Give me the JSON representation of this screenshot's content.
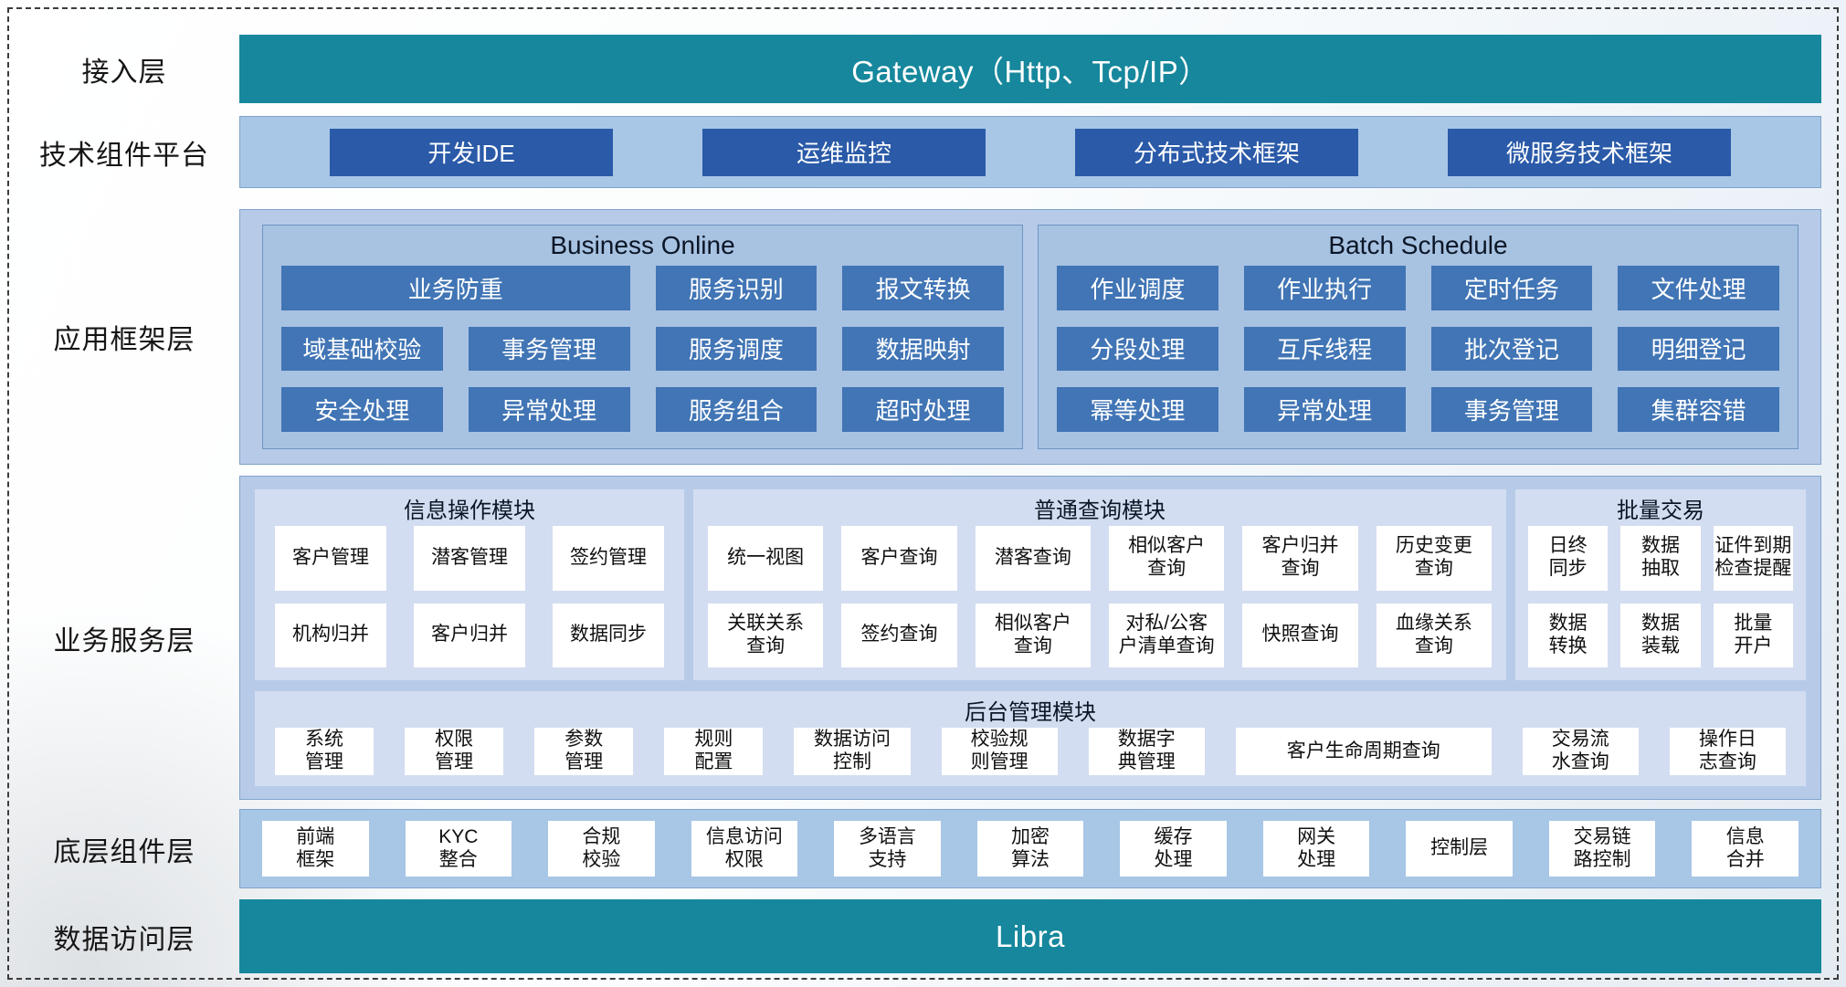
{
  "colors": {
    "teal_banner": "#16879c",
    "dark_blue_button": "#2a5aa8",
    "framework_button": "#4175b5",
    "light_blue_band": "#a8c6e6",
    "panel_blue": "#a8c2e2",
    "module_blue": "#d3ddf1"
  },
  "layers": {
    "access": {
      "label": "接入层",
      "banner": "Gateway（Http、Tcp/IP）"
    },
    "tech_platform": {
      "label": "技术组件平台",
      "items": [
        "开发IDE",
        "运维监控",
        "分布式技术框架",
        "微服务技术框架"
      ]
    },
    "app_framework": {
      "label": "应用框架层",
      "business_online": {
        "title": "Business Online",
        "buttons": [
          "业务防重",
          "服务识别",
          "报文转换",
          "域基础校验",
          "事务管理",
          "服务调度",
          "数据映射",
          "安全处理",
          "异常处理",
          "服务组合",
          "超时处理"
        ]
      },
      "batch_schedule": {
        "title": "Batch Schedule",
        "buttons": [
          "作业调度",
          "作业执行",
          "定时任务",
          "文件处理",
          "分段处理",
          "互斥线程",
          "批次登记",
          "明细登记",
          "幂等处理",
          "异常处理",
          "事务管理",
          "集群容错"
        ]
      }
    },
    "business_service": {
      "label": "业务服务层",
      "info_module": {
        "title": "信息操作模块",
        "cells": [
          "客户管理",
          "潜客管理",
          "签约管理",
          "机构归并",
          "客户归并",
          "数据同步"
        ]
      },
      "query_module": {
        "title": "普通查询模块",
        "cells": [
          "统一视图",
          "客户查询",
          "潜客查询",
          "相似客户\n查询",
          "客户归并\n查询",
          "历史变更\n查询",
          "关联关系\n查询",
          "签约查询",
          "相似客户\n查询",
          "对私/公客\n户清单查询",
          "快照查询",
          "血缘关系\n查询"
        ]
      },
      "batch_module": {
        "title": "批量交易",
        "cells": [
          "日终\n同步",
          "数据\n抽取",
          "证件到期\n检查提醒",
          "数据\n转换",
          "数据\n装载",
          "批量\n开户"
        ]
      },
      "admin_module": {
        "title": "后台管理模块",
        "cells": [
          "系统\n管理",
          "权限\n管理",
          "参数\n管理",
          "规则\n配置",
          "数据访问\n控制",
          "校验规\n则管理",
          "数据字\n典管理",
          "客户生命周期查询",
          "交易流\n水查询",
          "操作日\n志查询"
        ]
      }
    },
    "base_components": {
      "label": "底层组件层",
      "cells": [
        "前端\n框架",
        "KYC\n整合",
        "合规\n校验",
        "信息访问\n权限",
        "多语言\n支持",
        "加密\n算法",
        "缓存\n处理",
        "网关\n处理",
        "控制层",
        "交易链\n路控制",
        "信息\n合并"
      ]
    },
    "data_access": {
      "label": "数据访问层",
      "banner": "Libra"
    }
  }
}
